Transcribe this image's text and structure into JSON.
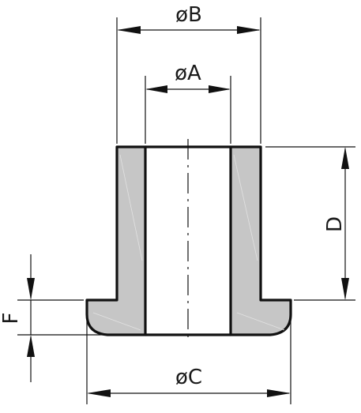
{
  "labels": {
    "dim_b": "øB",
    "dim_a": "øA",
    "dim_c": "øC",
    "dim_d": "D",
    "dim_f": "F"
  },
  "colors": {
    "section_fill": "#c6c6c6",
    "outline": "#111111",
    "background": "#ffffff"
  }
}
